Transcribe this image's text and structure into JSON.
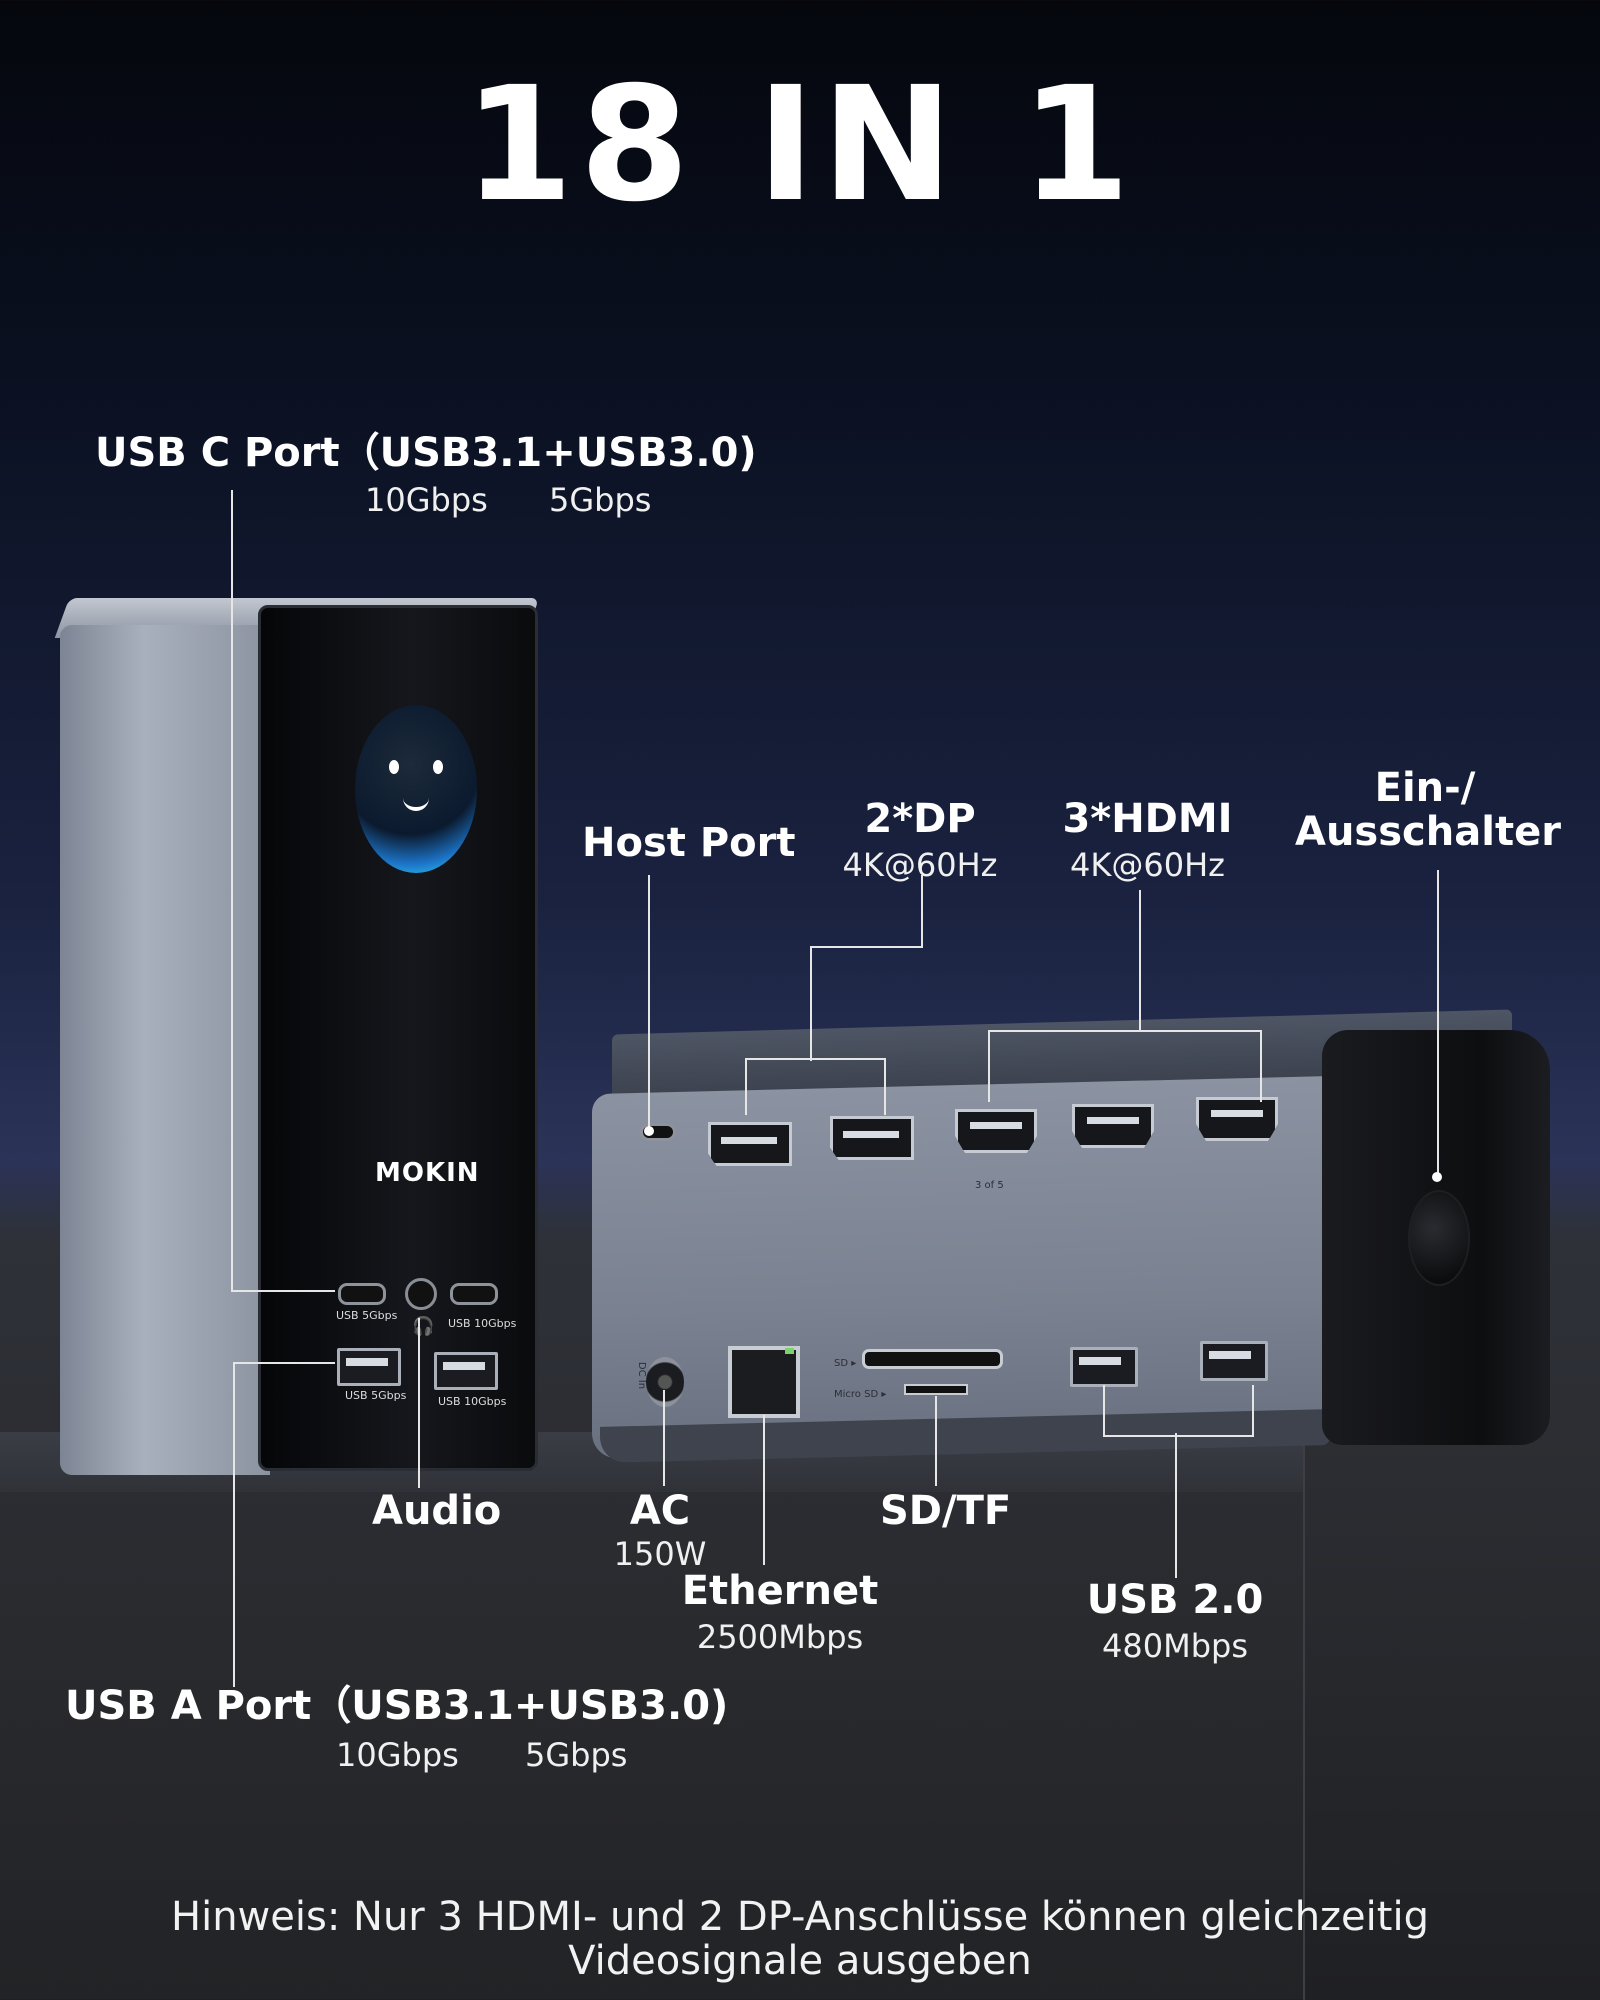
{
  "headline": "18 IN 1",
  "labels": {
    "usb_c": {
      "title": "USB C Port（USB3.1+USB3.0)",
      "speed_a": "10Gbps",
      "speed_b": "5Gbps"
    },
    "usb_a": {
      "title": "USB A Port（USB3.1+USB3.0)",
      "speed_a": "10Gbps",
      "speed_b": "5Gbps"
    },
    "host_port": {
      "title": "Host Port"
    },
    "dp": {
      "title": "2*DP",
      "spec": "4K@60Hz"
    },
    "hdmi": {
      "title": "3*HDMI",
      "spec": "4K@60Hz"
    },
    "power_switch": {
      "title_line1": "Ein-/",
      "title_line2": "Ausschalter"
    },
    "audio": {
      "title": "Audio"
    },
    "ac": {
      "title": "AC",
      "spec": "150W"
    },
    "sd_tf": {
      "title": "SD/TF"
    },
    "ethernet": {
      "title": "Ethernet",
      "spec": "2500Mbps"
    },
    "usb2": {
      "title": "USB 2.0",
      "spec": "480Mbps"
    }
  },
  "device": {
    "brand": "MOKIN",
    "front_ports": {
      "c_left": "USB 5Gbps",
      "c_right": "USB 10Gbps",
      "a_left": "USB 5Gbps",
      "a_right": "USB 10Gbps"
    },
    "back_marks": {
      "ports_note": "3 of 5",
      "sd": "SD ▸",
      "micro_sd": "Micro SD ▸",
      "dc_in": "DC In"
    }
  },
  "note": {
    "line1": "Hinweis: Nur 3 HDMI- und 2 DP-Anschlüsse können gleichzeitig",
    "line2": "Videosignale ausgeben"
  }
}
